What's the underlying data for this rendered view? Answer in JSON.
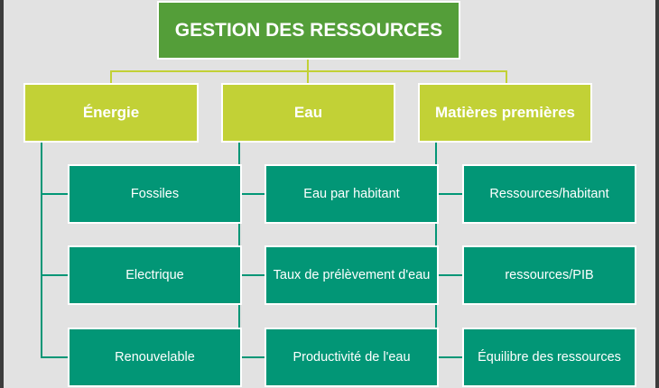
{
  "diagram": {
    "title": "GESTION DES RESSOURCES",
    "colors": {
      "background": "#e2e2e2",
      "root": "#549e39",
      "category": "#c2d136",
      "leaf": "#029676",
      "border": "#ffffff"
    },
    "categories": [
      {
        "label": "Énergie",
        "items": [
          "Fossiles",
          "Electrique",
          "Renouvelable"
        ]
      },
      {
        "label": "Eau",
        "items": [
          "Eau par habitant",
          "Taux de prélèvement d'eau",
          "Productivité de l'eau"
        ]
      },
      {
        "label": "Matières premières",
        "items": [
          "Ressources/habitant",
          "ressources/PIB",
          "Équilibre des ressources"
        ]
      }
    ]
  }
}
